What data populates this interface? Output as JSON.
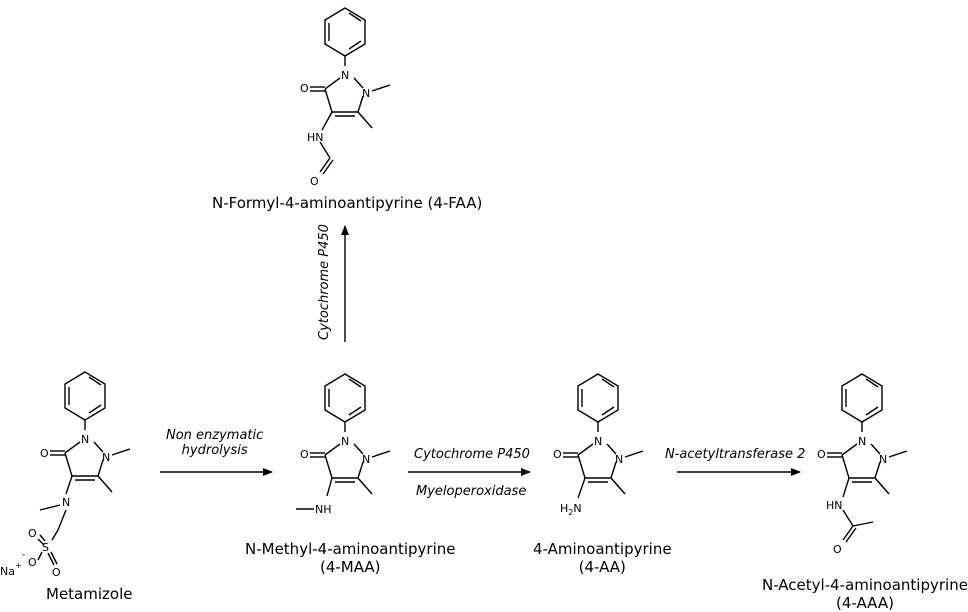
{
  "compounds": {
    "faa": {
      "name": "N-Formyl-4-aminoantipyrine (4-FAA)"
    },
    "metamizole": {
      "name": "Metamizole"
    },
    "maa": {
      "name": "N-Methyl-4-aminoantipyrine",
      "abbr": "(4-MAA)"
    },
    "aa": {
      "name": "4-Aminoantipyrine",
      "abbr": "(4-AA)"
    },
    "aaa": {
      "name": "N-Acetyl-4-aminoantipyrine",
      "abbr": "(4-AAA)"
    }
  },
  "reactions": {
    "hydrolysis": {
      "line1": "Non enzymatic",
      "line2": "hydrolysis"
    },
    "demethylation": {
      "top": "Cytochrome P450",
      "bottom": "Myeloperoxidase"
    },
    "acetylation": {
      "label": "N-acetyltransferase 2"
    },
    "formylation": {
      "label": "Cytochrome P450"
    }
  },
  "atoms": {
    "oxygen": "O",
    "nitrogen": "N",
    "nh": "NH",
    "hn": "HN",
    "h2n": "H",
    "h2n_sub": "2",
    "h2n_n": "N",
    "sulfur": "S",
    "na": "Na",
    "na_charge": "+",
    "o_minus": "-"
  }
}
